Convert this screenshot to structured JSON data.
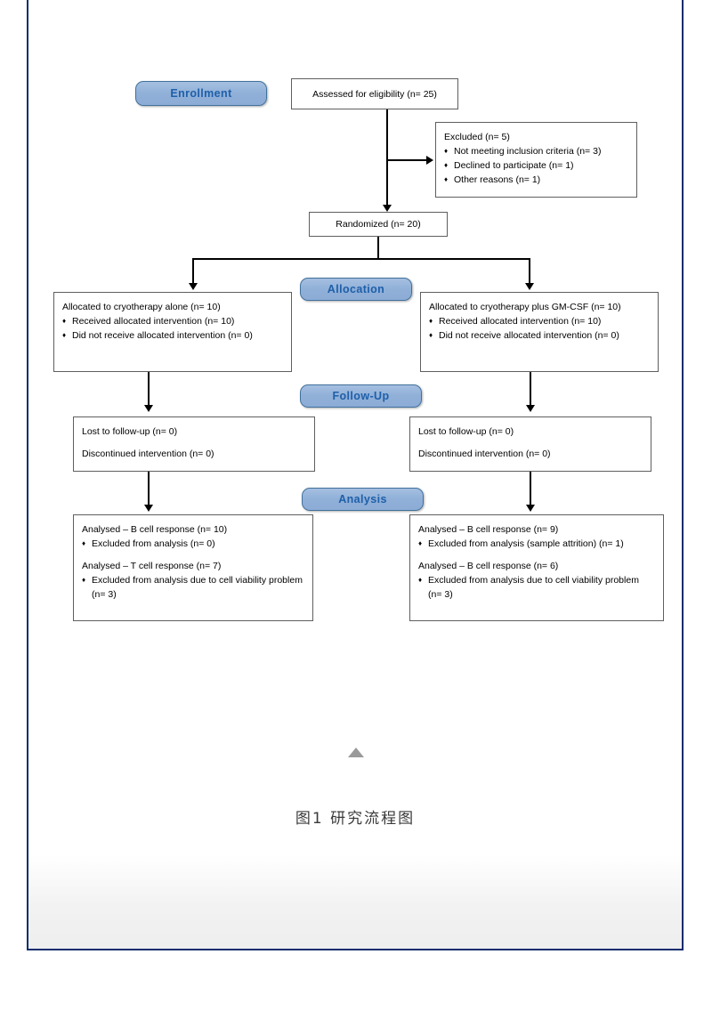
{
  "page": {
    "border_color": "#0e2d6e",
    "background": "#ffffff"
  },
  "figure": {
    "caption": "图1 研究流程图",
    "scroll_top_marker": "triangle-up-icon"
  },
  "theme": {
    "pill_fill": "#90b0d8",
    "pill_border": "#41719c",
    "pill_text": "#1f5fa9",
    "box_border": "#5f5f5f",
    "connector": "#000000"
  },
  "stages": [
    {
      "id": "enrollment",
      "label": "Enrollment"
    },
    {
      "id": "allocation",
      "label": "Allocation"
    },
    {
      "id": "followup",
      "label": "Follow-Up"
    },
    {
      "id": "analysis",
      "label": "Analysis"
    }
  ],
  "nodes": {
    "assessed": {
      "title": "Assessed for eligibility (n= 25)"
    },
    "excluded": {
      "title": "Excluded (n= 5)",
      "items": [
        "Not meeting inclusion criteria (n= 3)",
        "Declined to participate (n= 1)",
        "Other reasons (n= 1)"
      ]
    },
    "randomized": {
      "title": "Randomized (n= 20)"
    },
    "allocation_left": {
      "title": "Allocated to cryotherapy alone (n= 10)",
      "items": [
        "Received allocated intervention (n= 10)",
        "Did not receive allocated intervention (n= 0)"
      ]
    },
    "allocation_right": {
      "title": "Allocated to cryotherapy plus GM-CSF (n= 10)",
      "items": [
        "Received allocated intervention (n= 10)",
        "Did not receive allocated intervention (n= 0)"
      ]
    },
    "followup_left": {
      "line1": "Lost to follow-up (n= 0)",
      "line2": "Discontinued intervention (n= 0)"
    },
    "followup_right": {
      "line1": "Lost to follow-up (n= 0)",
      "line2": "Discontinued intervention (n= 0)"
    },
    "analysis_left": {
      "group1_title": "Analysed – B cell response (n= 10)",
      "group1_item": "Excluded from analysis (n= 0)",
      "group2_title": "Analysed – T cell response (n= 7)",
      "group2_item": "Excluded from analysis due to cell viability problem (n= 3)"
    },
    "analysis_right": {
      "group1_title": "Analysed – B cell response (n= 9)",
      "group1_item": "Excluded from analysis (sample attrition) (n= 1)",
      "group2_title": "Analysed – B cell response (n= 6)",
      "group2_item": "Excluded from analysis due to cell viability problem (n= 3)"
    }
  }
}
